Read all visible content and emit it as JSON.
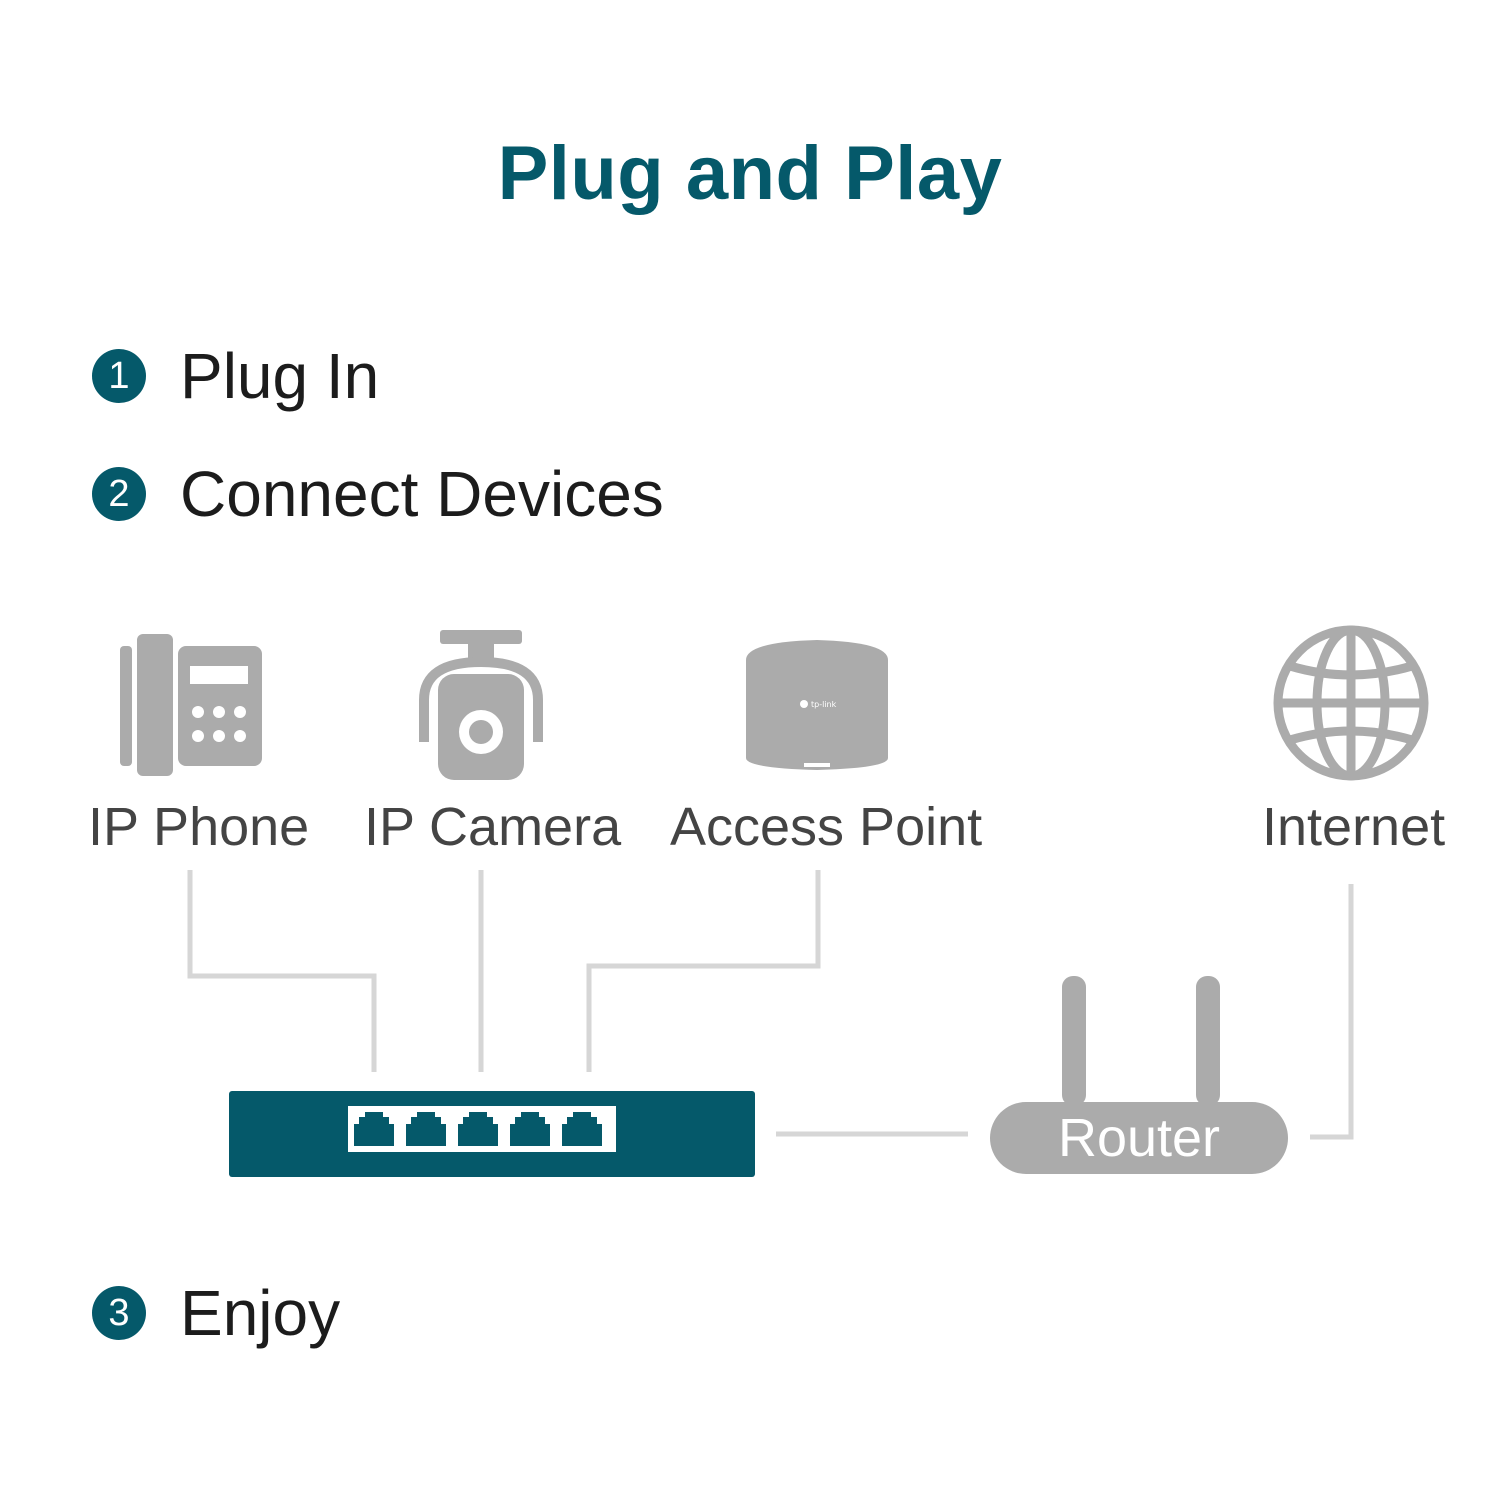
{
  "title": "Plug and Play",
  "steps": [
    {
      "number": "1",
      "label": "Plug In"
    },
    {
      "number": "2",
      "label": "Connect Devices"
    },
    {
      "number": "3",
      "label": "Enjoy"
    }
  ],
  "devices": {
    "ip_phone": {
      "label": "IP Phone",
      "icon": "ip-phone-icon"
    },
    "ip_camera": {
      "label": "IP Camera",
      "icon": "ip-camera-icon"
    },
    "access_point": {
      "label": "Access Point",
      "icon": "access-point-icon",
      "logo_text": "tp-link"
    },
    "internet": {
      "label": "Internet",
      "icon": "globe-icon"
    }
  },
  "router": {
    "label": "Router"
  },
  "switch": {
    "port_count": 5
  },
  "colors": {
    "brand_teal": "#05596a",
    "icon_gray": "#ababab",
    "line_gray": "#d6d6d6",
    "text_dark": "#1c1c1c"
  }
}
